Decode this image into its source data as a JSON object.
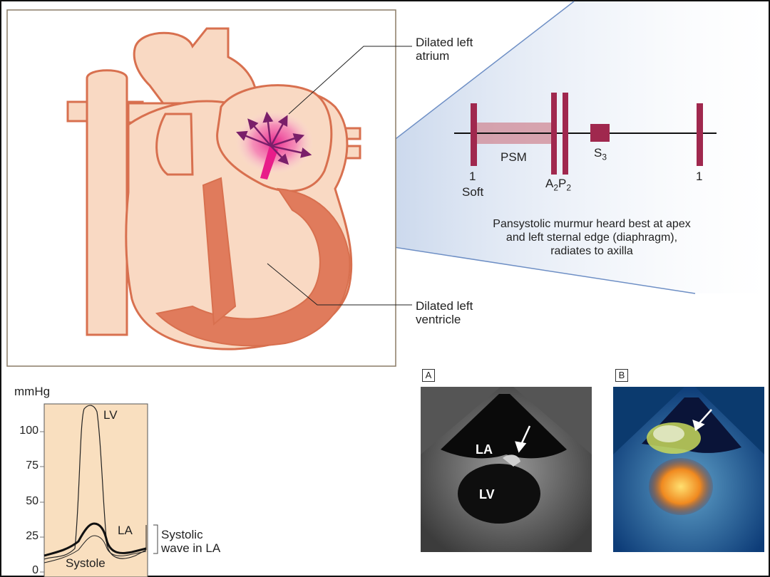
{
  "heart_labels": {
    "atrium": [
      "Dilated left",
      "atrium"
    ],
    "ventricle": [
      "Dilated left",
      "ventricle"
    ]
  },
  "phonogram": {
    "s1_left": "1",
    "soft": "Soft",
    "psm": "PSM",
    "a2_main": "A",
    "a2_sub": "2",
    "p2_main": "P",
    "p2_sub": "2",
    "s3_main": "S",
    "s3_sub": "3",
    "s1_right": "1"
  },
  "description": [
    "Pansystolic murmur heard best at apex",
    "and left sternal edge (diaphragm),",
    "radiates to axilla"
  ],
  "pressure": {
    "unit": "mmHg",
    "ticks": [
      "100",
      "75",
      "50",
      "25",
      "0"
    ],
    "lv_label": "LV",
    "la_label": "LA",
    "systole_label": "Systole",
    "wave_label": [
      "Systolic",
      "wave in LA"
    ]
  },
  "echo": {
    "panel_a": "A",
    "panel_b": "B",
    "la_label": "LA",
    "lv_label": "LV"
  },
  "colors": {
    "heart_fill": "#f9d9c3",
    "heart_outline": "#d8704f",
    "myocardium": "#e07b5c",
    "marker": "#a0284e",
    "cone": "#c8d8f0",
    "jet": "#e0208a",
    "chart_bg": "#f9dfbf"
  }
}
